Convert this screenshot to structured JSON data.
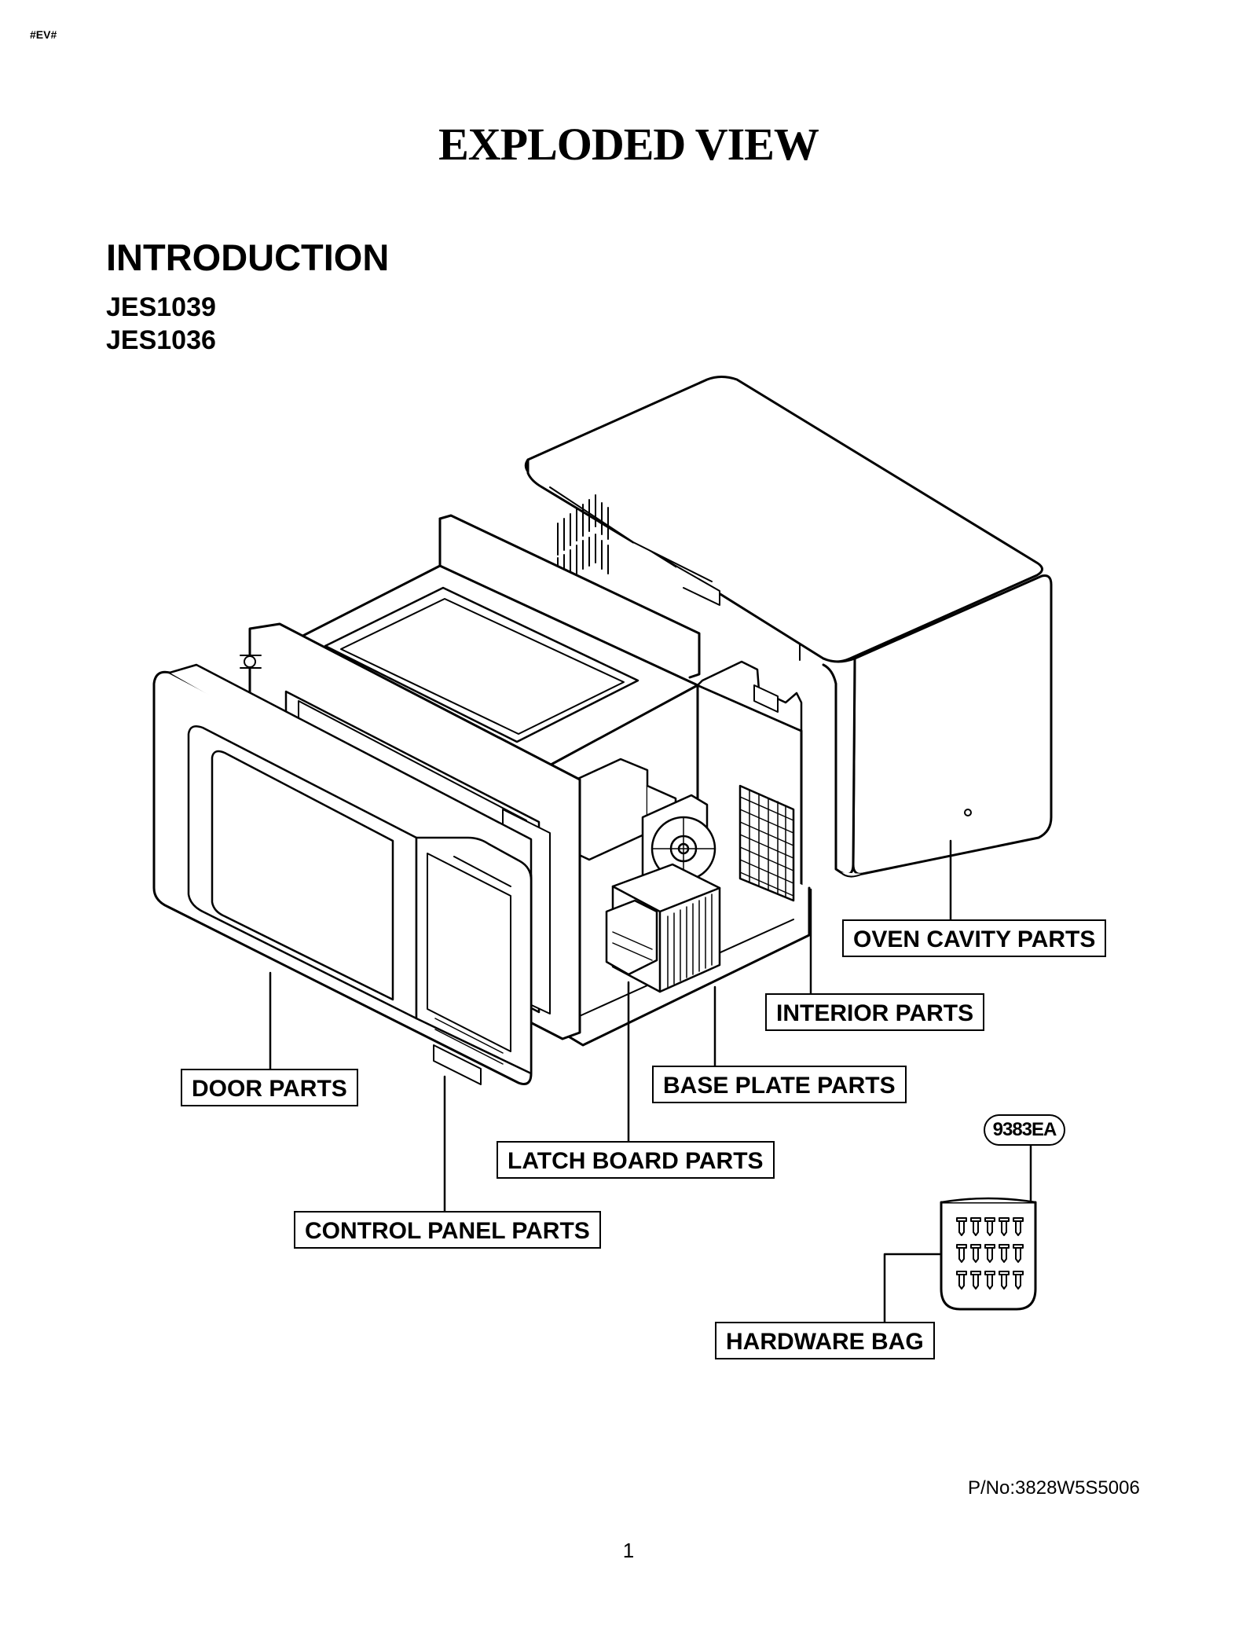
{
  "header": {
    "doc_tag": "#EV#",
    "title": "EXPLODED VIEW"
  },
  "intro": {
    "heading": "INTRODUCTION",
    "models": [
      "JES1039",
      "JES1036"
    ]
  },
  "diagram": {
    "labels": {
      "oven_cavity": "OVEN CAVITY PARTS",
      "interior": "INTERIOR PARTS",
      "door": "DOOR PARTS",
      "base_plate": "BASE PLATE PARTS",
      "latch_board": "LATCH BOARD PARTS",
      "control_panel": "CONTROL PANEL PARTS",
      "hardware_bag": "HARDWARE BAG"
    },
    "part_code": "9383EA"
  },
  "footer": {
    "part_number": "P/No:3828W5S5006",
    "page": "1"
  }
}
